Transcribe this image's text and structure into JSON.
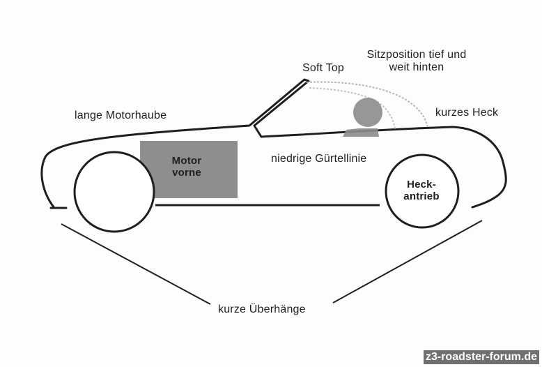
{
  "labels": {
    "lange_motorhaube": "lange Motorhaube",
    "soft_top": "Soft Top",
    "sitzposition_line1": "Sitzposition tief und",
    "sitzposition_line2": "weit hinten",
    "kurzes_heck": "kurzes Heck",
    "niedrige_guertellinie": "niedrige Gürtellinie",
    "motor_line1": "Motor",
    "motor_line2": "vorne",
    "heck_line1": "Heck-",
    "heck_line2": "antrieb",
    "kurze_ueberhaenge": "kurze Überhänge"
  },
  "watermark": "z3-roadster-forum.de",
  "colors": {
    "ink": "#1e1e1e",
    "engine_block": "#7a7a7a",
    "softtop_dash": "#b8b8b8",
    "helmet": "#8c8c8c",
    "watermark_bg": "#6f6f6f"
  }
}
